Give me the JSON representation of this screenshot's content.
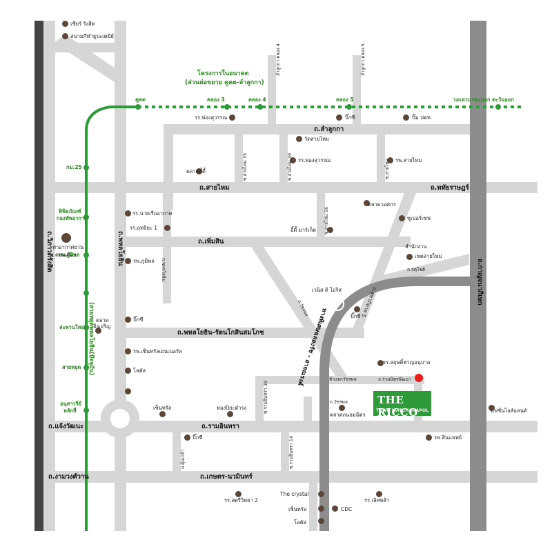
{
  "colors": {
    "road": "#d6d6d6",
    "main_road": "#8c8c8c",
    "dark_road": "#444444",
    "line": "#2f9a3a",
    "dot": "#5b4638",
    "marker": "#e81e1e"
  },
  "green_line": {
    "title_1": "โครงการในอนาคต",
    "title_2": "(ส่วนต่อขยาย คูคต-ลำลูกกา)",
    "name": "(สายหยุดพหลโยธิน(ปัจจุบัน)",
    "stations": {
      "khukhot": "คูคต",
      "k3": "คลอง 3",
      "k4": "คลอง 4",
      "k5": "คลอง 5",
      "east": "วงแหวนรอบนอก ตะวันออก",
      "km25": "กม.25",
      "airforce_1": "พิพิธภัณฑ์",
      "airforce_2": "กองทัพอากาศ",
      "bhumibol": "รพ.ภูมิพล",
      "saphan": "สะพานใหม่",
      "saiyud": "สายหยุด",
      "anusawari_1": "อนุสาวรีย์",
      "anusawari_2": "หลักสี่"
    }
  },
  "roads": {
    "lamlukka": "ถ.ลำลูกกา",
    "saimai": "ถ.สายไหม",
    "hathairat": "ถ.หทัยราษฎร์",
    "phemsin": "ถ.เพิ่มสิน",
    "phahon": "ถ.พหลโยธิน",
    "vibhavadi": "ถ.วิภาวดีรังสิต",
    "phahonyothin_rattanakosin": "ถ.พหลโยธิน-รัตนโกสินสมโภช",
    "ramintra": "ถ.รามอินทรา",
    "chaengwattana": "ถ.แจ้งวัฒนะ",
    "kasetnawamin": "ถ.เกษตร-นวมินทร์",
    "ngamwongwan": "ถ.งามวงศ์วาน",
    "kanchanaphisek": "ถ.กาญจนาภิเษก",
    "tollway": "ทางพิเศษฉลองรัช - อาจณรงค์",
    "watcharaphon": "ถ.วัชรพล",
    "sukhaphiban5": "ถ.สุขาภิบาล 5",
    "wachiraphon_short": "ถ.วัชรพล",
    "chatuchot": "ถ.จตุโชติ",
    "ruamnimit": "ถ.ร่วมมิตรพัฒนา",
    "phahon_wat": "ห้าแยกวัชรพล",
    "soi_k3": "ลำลูกกา คลอง 4",
    "soi_k5": "ลำลูกกา คลอง 5",
    "saimai35": "ซ.สายไหม 35",
    "saimai39": "ซ.สายไหม 39",
    "saimai56": "ซ.สายไหม 56",
    "saimai_lane": "ซ.สายไหม",
    "ramintra39": "ซ.รามอินทรา 39",
    "phahon_sub": "ถ.พหลโยธิน",
    "kanjanaphisek_lane": "ถ.กาญจนาภิเษก",
    "lane14": "ซ.รามอินทรา 14",
    "garden": "ถ.คุ้มเกล้า"
  },
  "places": {
    "future_park": "เซียร์ รังสิต",
    "thammasat": "สนามกีฬาธูปะเตมีย์",
    "bigc_top": "บิ๊กซี",
    "pong_school": "รร.พ่องสุวรรณ",
    "pum_ptt": "ปั๊ม ปตท.",
    "wat_saimai": "วัดสายไหม",
    "pong2": "รร.พ่องสุวรรณ",
    "saimai_hosp": "รพ.สายไหม",
    "market_or": "ตลาดยิ่งเจริญ",
    "market_world": "ตลาดวอศกร",
    "supersave": "ซูเปอร์เซฟ",
    "edi_market": "อี้ดี้ มาร์เก็ต",
    "sat_office": "สำนักงาน",
    "sat_office2": "เขตสายไหม",
    "sanam_bin": "ท่าอากาศยาน",
    "sanam_bin2": "ดอนเมือง",
    "rr_air": "รร.นายเรืออากาศ",
    "rr_phumisit": "รร.ฤทธิยะ 1",
    "bhumibol_hosp": "รพ.ภูมิพล",
    "bigc_mid": "บิ๊กซี",
    "market_ying": "ตลาด",
    "market_ying2": "ยิ่งเจริญ",
    "bigc_right": "บิ๊กซี",
    "venice": "เวนิส ดิ ไอริส",
    "central_hosp": "รพ.เซ็นทรัลเยนเนอรัล",
    "lotus_left": "โลตัส",
    "central_left": "เซ็นทรัล",
    "thai_market": "ทองปิยะดำรง",
    "samit": "รร.สฤษดิ์ชาญอนุบาล",
    "market_pattana": "ตลาดถนอมมิตร",
    "fashion": "แฟชั่นไอส์แลนด์",
    "bigc_low": "บิ๊กซี",
    "sinphat": "รพ.สินแพทย์",
    "satrivit": "รร.สตรีวิทยา 2",
    "crystal": "The crystal",
    "central_low": "เซ็นทรัล",
    "lotus_low": "โลตัส",
    "cdc": "CDC",
    "sarit": "รร.เลิศหล้า",
    "edi_market2": "ตลาดอี้ดี้"
  },
  "project": {
    "name": "THE RICCO",
    "sub": "TOWN WATCHARAPOL",
    "small": "the"
  }
}
